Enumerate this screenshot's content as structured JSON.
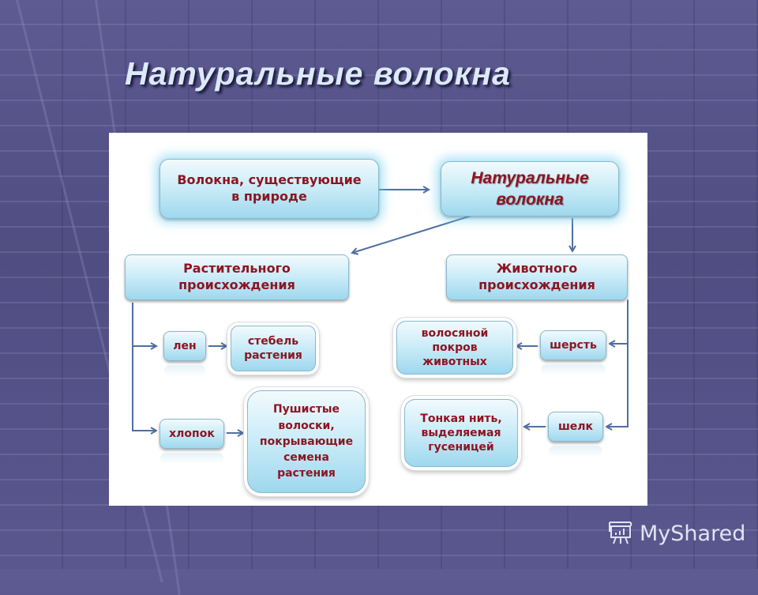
{
  "slide": {
    "title": "Натуральные волокна",
    "background_color": "#56538a",
    "title_color": "#dce9f7"
  },
  "diagram": {
    "text_color": "#8e1421",
    "box_fill_top": "#f1fafd",
    "box_fill_bottom": "#9ed8ee",
    "arrow_color": "#4f6fa0",
    "nodes": {
      "root_definition": "Волокна, существующие\nв природе",
      "root": "Натуральные\nволокна",
      "plant_origin": "Растительного\nпроисхождения",
      "animal_origin": "Животного\nпроисхождения",
      "flax": "лен",
      "flax_source": "стебель\nрастения",
      "cotton": "хлопок",
      "cotton_source": "Пушистые\nволоски,\nпокрывающие\nсемена\nрастения",
      "wool": "шерсть",
      "wool_source": "волосяной\nпокров\nживотных",
      "silk": "шелк",
      "silk_source": "Тонкая нить,\nвыделяемая\nгусеницей"
    },
    "edges": [
      {
        "from": "root_definition",
        "to": "root"
      },
      {
        "from": "root",
        "to": "plant_origin"
      },
      {
        "from": "root",
        "to": "animal_origin"
      },
      {
        "from": "plant_origin",
        "to": "flax"
      },
      {
        "from": "plant_origin",
        "to": "cotton"
      },
      {
        "from": "flax",
        "to": "flax_source"
      },
      {
        "from": "cotton",
        "to": "cotton_source"
      },
      {
        "from": "animal_origin",
        "to": "wool"
      },
      {
        "from": "animal_origin",
        "to": "silk"
      },
      {
        "from": "wool",
        "to": "wool_source"
      },
      {
        "from": "silk",
        "to": "silk_source"
      }
    ]
  },
  "watermark": {
    "text": "MyShared",
    "icon": "presentation-board-icon"
  }
}
